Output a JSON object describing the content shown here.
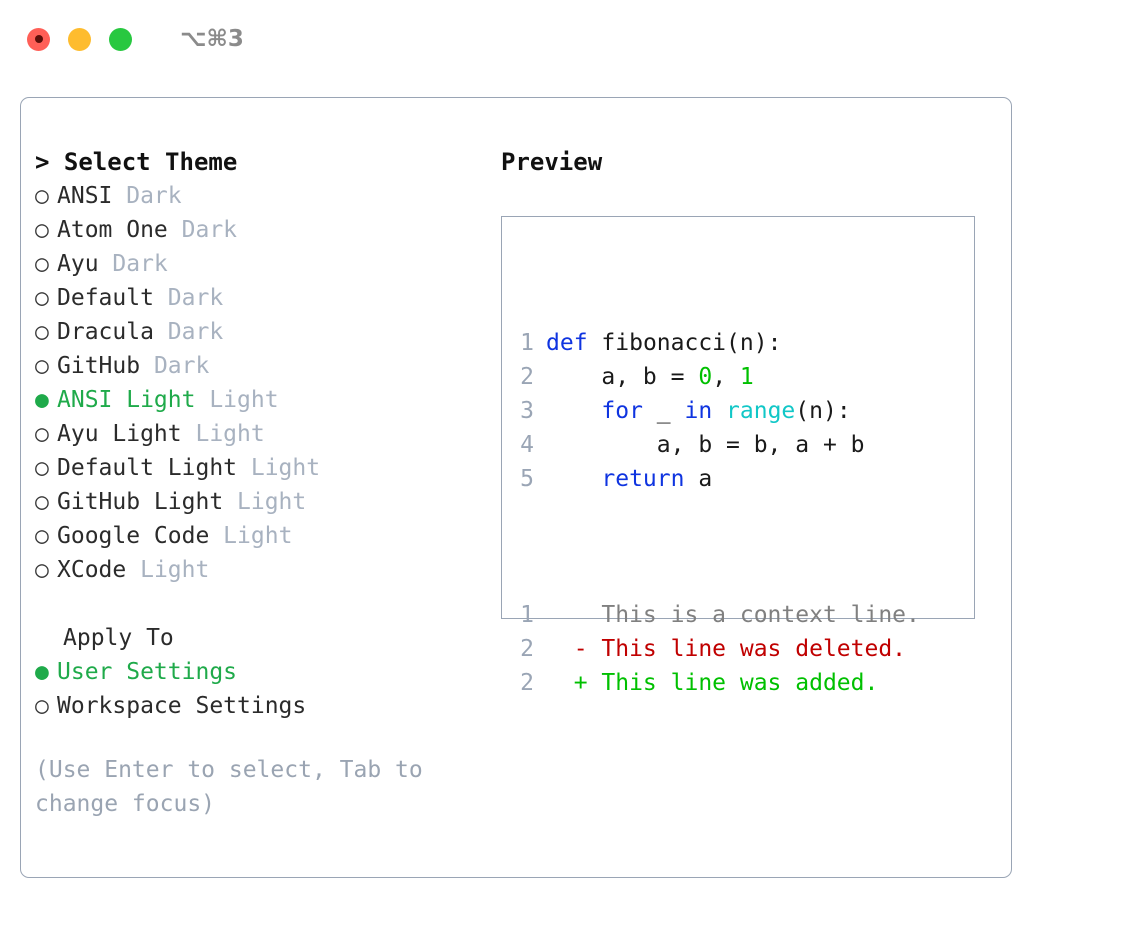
{
  "titlebar": {
    "lights": [
      {
        "name": "close-button",
        "color": "#ff5f57",
        "recording": true
      },
      {
        "name": "minimize-button",
        "color": "#febc2e",
        "recording": false
      },
      {
        "name": "maximize-button",
        "color": "#28c840",
        "recording": false
      }
    ],
    "shortcut": "⌥⌘3"
  },
  "colors": {
    "panel_border": "#9aa5b5",
    "accent_green": "#1faa4a",
    "muted": "#a8b2c0",
    "hint": "#9aa4b2",
    "keyword": "#0f34e0",
    "function": "#11c7c7",
    "number": "#00c000",
    "diff_added": "#00c000",
    "diff_deleted": "#c00000",
    "diff_context": "#808080",
    "line_number": "#9aa5b5"
  },
  "left": {
    "heading_caret": "> ",
    "heading": "Select Theme",
    "bullet_selected": "●",
    "bullet_unselected": "○",
    "themes": [
      {
        "name": "ANSI",
        "kind": "Dark",
        "selected": false
      },
      {
        "name": "Atom One",
        "kind": "Dark",
        "selected": false
      },
      {
        "name": "Ayu",
        "kind": "Dark",
        "selected": false
      },
      {
        "name": "Default",
        "kind": "Dark",
        "selected": false
      },
      {
        "name": "Dracula",
        "kind": "Dark",
        "selected": false
      },
      {
        "name": "GitHub",
        "kind": "Dark",
        "selected": false
      },
      {
        "name": "ANSI Light",
        "kind": "Light",
        "selected": true
      },
      {
        "name": "Ayu Light",
        "kind": "Light",
        "selected": false
      },
      {
        "name": "Default Light",
        "kind": "Light",
        "selected": false
      },
      {
        "name": "GitHub Light",
        "kind": "Light",
        "selected": false
      },
      {
        "name": "Google Code",
        "kind": "Light",
        "selected": false
      },
      {
        "name": "XCode",
        "kind": "Light",
        "selected": false
      }
    ],
    "apply_to_label": "Apply To",
    "apply_to_options": [
      {
        "name": "User Settings",
        "selected": true
      },
      {
        "name": "Workspace Settings",
        "selected": false
      }
    ],
    "hint": "(Use Enter to select, Tab to change focus)"
  },
  "right": {
    "preview_title": "Preview",
    "code_lines": [
      {
        "ln": "1",
        "tokens": [
          {
            "t": "def",
            "c": "kw"
          },
          {
            "t": " ",
            "c": "plain"
          },
          {
            "t": "fibonacci(n):",
            "c": "id"
          }
        ]
      },
      {
        "ln": "2",
        "tokens": [
          {
            "t": "    a, b = ",
            "c": "id"
          },
          {
            "t": "0",
            "c": "num"
          },
          {
            "t": ", ",
            "c": "id"
          },
          {
            "t": "1",
            "c": "num"
          }
        ]
      },
      {
        "ln": "3",
        "tokens": [
          {
            "t": "    ",
            "c": "plain"
          },
          {
            "t": "for",
            "c": "kw"
          },
          {
            "t": " _ ",
            "c": "id"
          },
          {
            "t": "in",
            "c": "kw"
          },
          {
            "t": " ",
            "c": "id"
          },
          {
            "t": "range",
            "c": "fn"
          },
          {
            "t": "(n):",
            "c": "id"
          }
        ]
      },
      {
        "ln": "4",
        "tokens": [
          {
            "t": "        a, b = b, a + b",
            "c": "id"
          }
        ]
      },
      {
        "ln": "5",
        "tokens": [
          {
            "t": "    ",
            "c": "plain"
          },
          {
            "t": "return",
            "c": "kw"
          },
          {
            "t": " a",
            "c": "id"
          }
        ]
      }
    ],
    "diff_lines": [
      {
        "ln": "1",
        "marker": " ",
        "text": " This is a context line.",
        "type": "ctx"
      },
      {
        "ln": "2",
        "marker": "-",
        "text": " This line was deleted.",
        "type": "del"
      },
      {
        "ln": "2",
        "marker": "+",
        "text": " This line was added.",
        "type": "add"
      }
    ]
  }
}
